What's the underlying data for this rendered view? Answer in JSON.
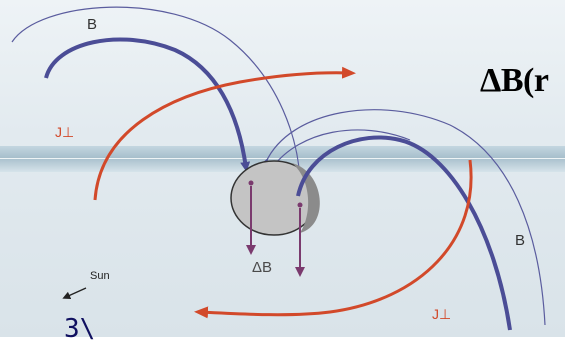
{
  "slide": {
    "title": "ΔB(r",
    "corner_text": "3\\"
  },
  "diagram": {
    "labels": {
      "field_left": "B",
      "field_right": "B",
      "current_left": "J⊥",
      "current_right": "J⊥",
      "delta_b": "ΔB",
      "sun": "Sun"
    },
    "colors": {
      "field_line": "#4b4d96",
      "field_line_thin": "#5a5c9e",
      "current": "#d2492a",
      "delta_arrow": "#7a3a6e",
      "body_fill": "#bdbdbd"
    }
  }
}
